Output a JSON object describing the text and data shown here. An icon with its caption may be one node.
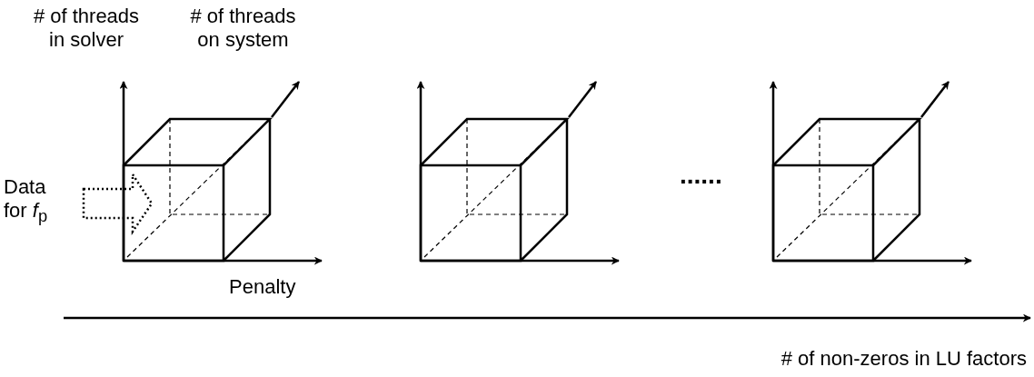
{
  "diagram": {
    "nodes": [
      {
        "text": [
          "Data for *f*$_{p}$"
        ]
      },
      {
        "text": [],
        "shape": "cube"
      },
      {
        "text": [],
        "shape": "cube"
      },
      {
        "text": [],
        "shape": "cube"
      }
    ],
    "edges": [
      {
        "from": 0,
        "to": 1,
        "arrow": "to",
        "style": "dashed"
      }
    ],
    "labels": [
      "# of threads in solver",
      "# of threads on system",
      "Penalty",
      "......",
      "# of non-zeros in LU factors"
    ]
  }
}
